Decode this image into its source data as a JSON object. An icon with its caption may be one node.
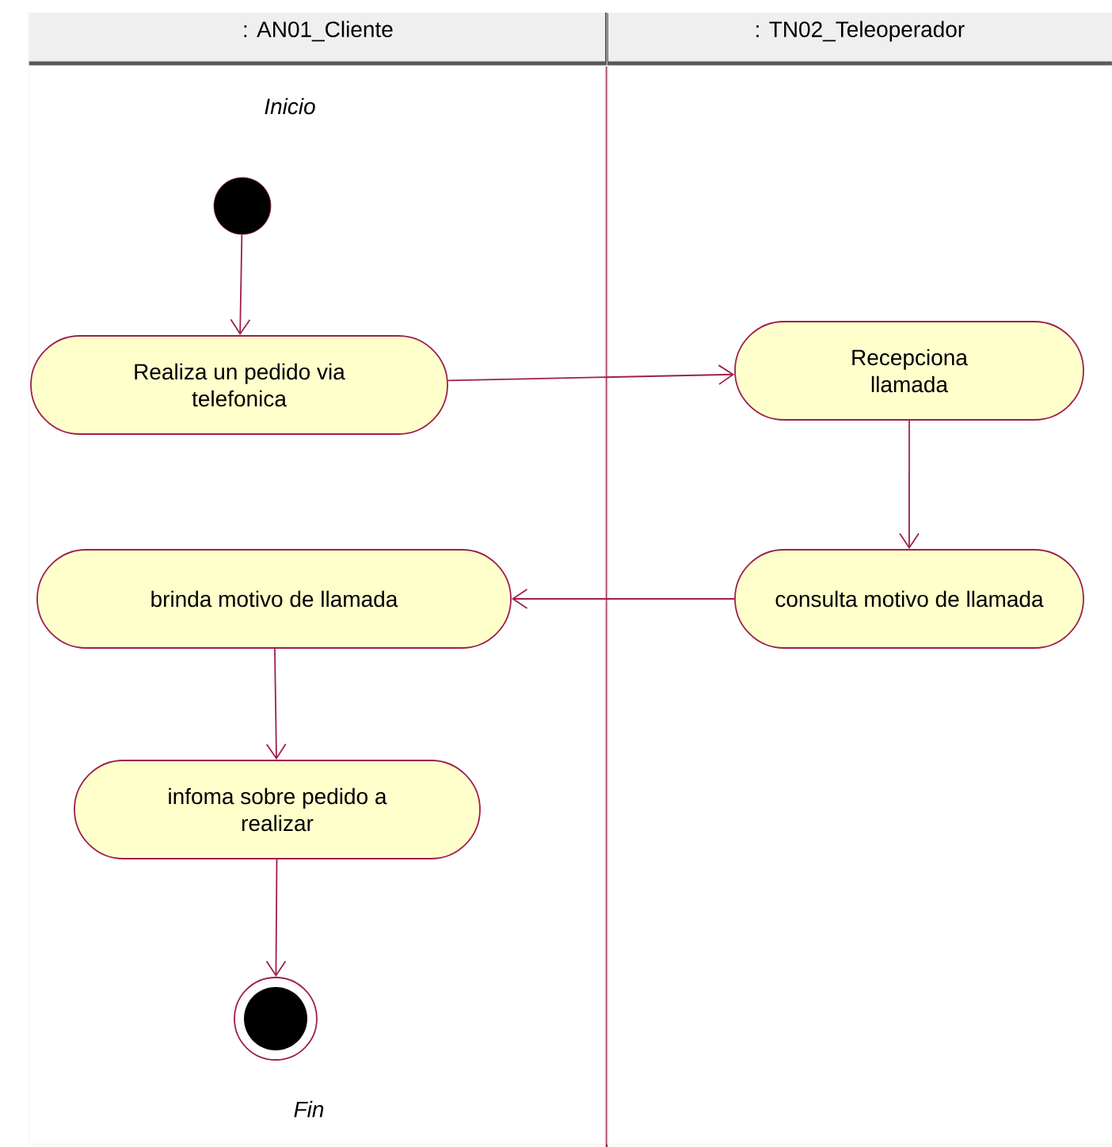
{
  "diagram": {
    "nodes": [
      {
        "text": [
          ": AN01_Cliente"
        ]
      },
      {
        "text": [
          ": TN02_Teleoperador"
        ]
      },
      {
        "text": [],
        "shape": "circle",
        "in": 0,
        "beside": [
          "Inicio"
        ]
      },
      {
        "text": [
          "Realiza un pedido via telefonica"
        ],
        "in": 0
      },
      {
        "text": [
          "Recepciona llamada"
        ],
        "in": 1
      },
      {
        "text": [
          "consulta motivo de llamada"
        ],
        "in": 1
      },
      {
        "text": [
          "brinda motivo de llamada"
        ],
        "in": 0
      },
      {
        "text": [
          "infoma sobre pedido a realizar"
        ],
        "in": 0
      },
      {
        "text": [],
        "shape": "bullseye",
        "in": 0,
        "beside": [
          "Fin"
        ]
      }
    ],
    "edges": [
      {
        "from": 2,
        "to": 3,
        "arrow": "to"
      },
      {
        "from": 3,
        "to": 4,
        "arrow": "to"
      },
      {
        "from": 4,
        "to": 5,
        "arrow": "to"
      },
      {
        "from": 5,
        "to": 6,
        "arrow": "to"
      },
      {
        "from": 6,
        "to": 7,
        "arrow": "to"
      },
      {
        "from": 7,
        "to": 8,
        "arrow": "to"
      }
    ]
  }
}
